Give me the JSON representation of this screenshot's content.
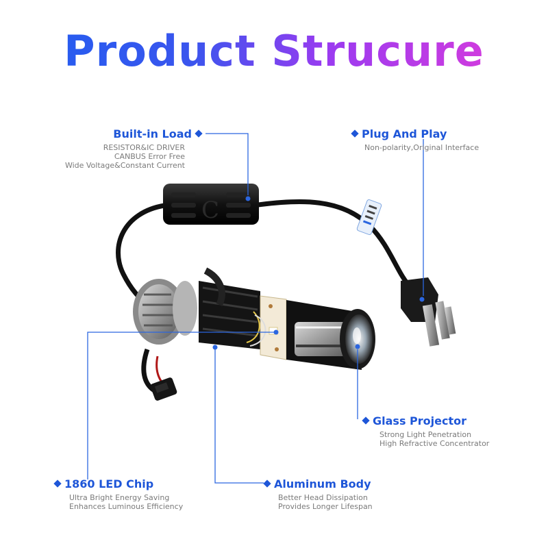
{
  "title": "Product Strucure",
  "callouts": {
    "builtin_load": {
      "heading": "Built-in Load",
      "lines": [
        "RESISTOR&IC DRIVER",
        "CANBUS Error Free",
        "Wide Voltage&Constant Current"
      ]
    },
    "plug_and_play": {
      "heading": "Plug And Play",
      "lines": [
        "Non-polarity,Original Interface"
      ]
    },
    "glass_projector": {
      "heading": "Glass Projector",
      "lines": [
        "Strong Light Penetration",
        "High Refractive Concentrator"
      ]
    },
    "led_chip": {
      "heading": "1860 LED Chip",
      "lines": [
        "Ultra Bright Energy Saving",
        "Enhances Luminous Efficiency"
      ]
    },
    "aluminum_body": {
      "heading": "Aluminum Body",
      "lines": [
        "Better Head Dissipation",
        "Provides Longer Lifespan"
      ]
    }
  },
  "colors": {
    "accent": "#1e56d8",
    "title_gradient": [
      "#1f5ff0",
      "#9b3bf0",
      "#e43bd8"
    ]
  }
}
